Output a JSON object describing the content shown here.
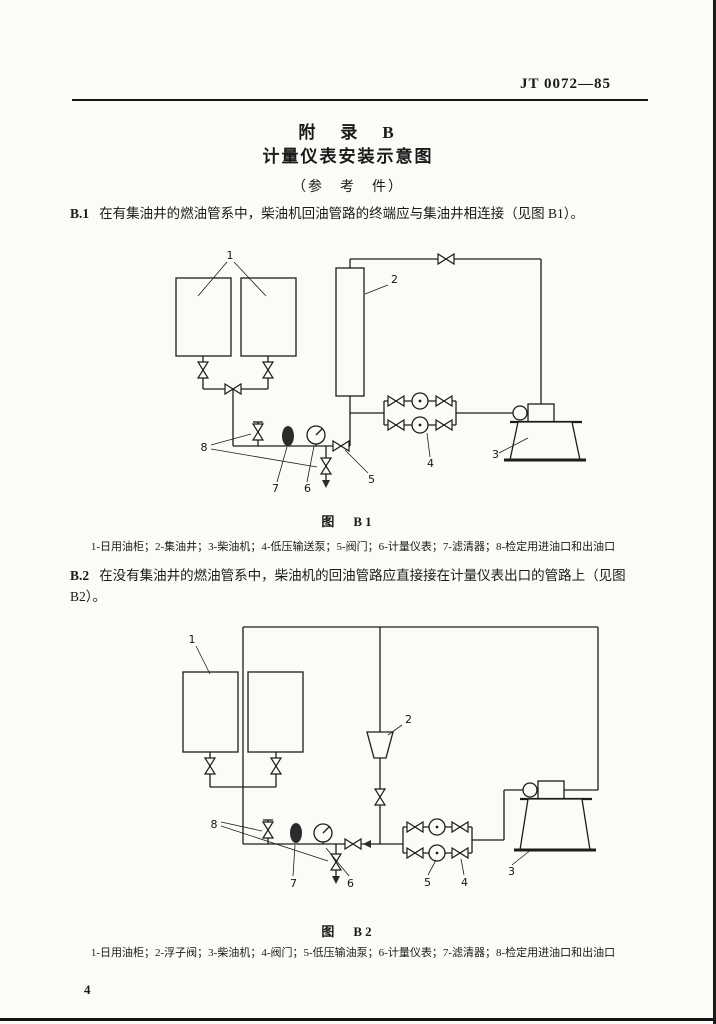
{
  "page": {
    "header_code": "JT 0072—85",
    "page_number": "4"
  },
  "title": {
    "line1": "附　录　B",
    "line2": "计量仪表安装示意图",
    "line3": "（参　考　件）"
  },
  "sections": [
    {
      "label": "B.1",
      "text": "在有集油井的燃油管系中，柴油机回油管路的终端应与集油井相连接（见图 B1）。",
      "figure": {
        "caption": "图　B1",
        "legend": "1-日用油柜；2-集油井；3-柴油机；4-低压输送泵；5-阀门；6-计量仪表；7-滤清器；8-检定用进油口和出油口",
        "callouts": [
          "1",
          "2",
          "3",
          "4",
          "5",
          "6",
          "7",
          "8"
        ]
      }
    },
    {
      "label": "B.2",
      "text": "在没有集油井的燃油管系中，柴油机的回油管路应直接接在计量仪表出口的管路上（见图 B2）。",
      "figure": {
        "caption": "图　B2",
        "legend": "1-日用油柜；2-浮子阀；3-柴油机；4-阀门；5-低压输油泵；6-计量仪表；7-滤清器；8-检定用进油口和出油口",
        "callouts": [
          "1",
          "2",
          "3",
          "4",
          "5",
          "6",
          "7",
          "8"
        ]
      }
    }
  ]
}
